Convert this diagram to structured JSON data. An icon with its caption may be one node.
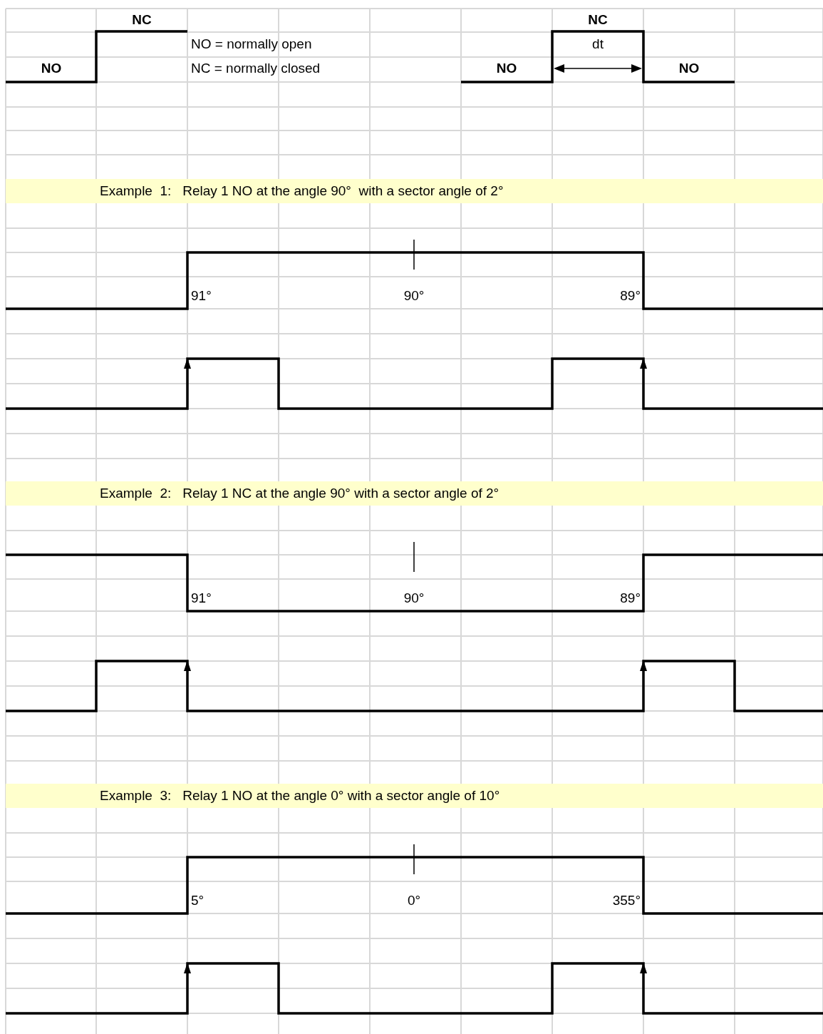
{
  "diagram": {
    "labels": [
      "NC",
      "NC",
      "NO = normally open",
      "dt",
      "NO",
      "NC = normally closed",
      "NO",
      "NO",
      "Example  1:   Relay 1 NO at the angle 90°  with a sector angle of 2°",
      "91°",
      "90°",
      "89°",
      "Example  2:   Relay 1 NC at the angle 90° with a sector angle of 2°",
      "91°",
      "90°",
      "89°",
      "Example  3:   Relay 1 NO at the angle 0° with a sector angle of 10°",
      "5°",
      "0°",
      "355°"
    ]
  }
}
